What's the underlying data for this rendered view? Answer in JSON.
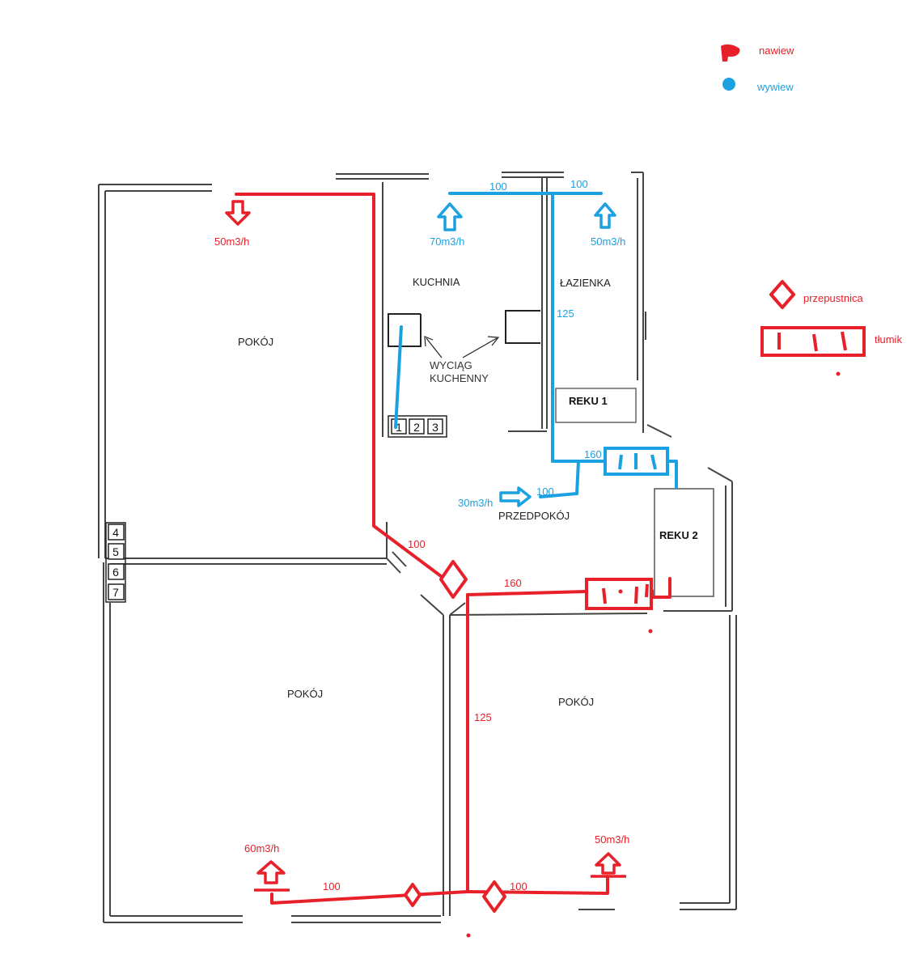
{
  "legend": {
    "supply_label": "nawiew",
    "exhaust_label": "wywiew",
    "damper_label": "przepustnica",
    "silencer_label": "tłumik"
  },
  "rooms": {
    "room_top_left": "POKÓJ",
    "kitchen": "KUCHNIA",
    "bathroom": "ŁAZIENKA",
    "hallway": "PRZEDPOKÓJ",
    "room_bottom_left": "POKÓJ",
    "room_bottom_right": "POKÓJ"
  },
  "kitchen_hood": [
    "WYCIĄG",
    "KUCHENNY"
  ],
  "units": {
    "reku1": "REKU 1",
    "reku2": "REKU 2"
  },
  "exhaust_flows": {
    "kitchen": "70m3/h",
    "bathroom": "50m3/h",
    "hallway": "30m3/h"
  },
  "supply_flows": {
    "room_top_left": "50m3/h",
    "room_bottom_left": "60m3/h",
    "room_bottom_right": "50m3/h"
  },
  "duct_sizes": {
    "exhaust_kitchen": "100",
    "exhaust_bathroom": "100",
    "exhaust_riser": "125",
    "exhaust_main": "160",
    "exhaust_hallway": "100",
    "supply_diagonal": "100",
    "supply_main": "160",
    "supply_riser": "125",
    "supply_left_branch": "100",
    "supply_right_branch": "100"
  },
  "shaft_numbers": [
    "1",
    "2",
    "3",
    "4",
    "5",
    "6",
    "7"
  ],
  "colors": {
    "supply": "#e8202a",
    "exhaust": "#1ba1e2",
    "walls": "#444444"
  }
}
